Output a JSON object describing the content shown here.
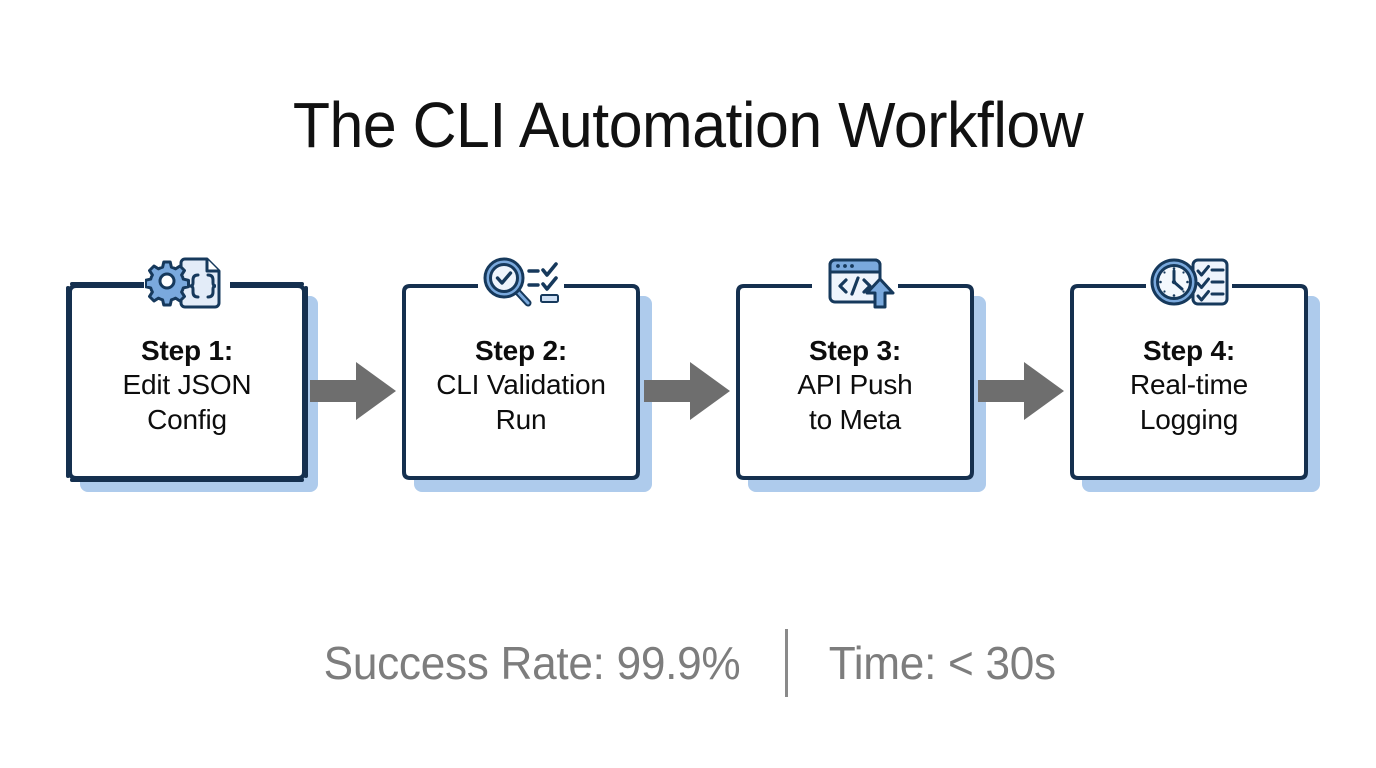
{
  "page": {
    "title": "The CLI Automation Workflow",
    "background_color": "#ffffff"
  },
  "theme": {
    "card_border": "#15304f",
    "card_shadow": "#aecbec",
    "icon_navy": "#16395c",
    "icon_blue": "#7aa9dd",
    "icon_pale": "#e3ecf8",
    "arrow_gray": "#6e6e6e",
    "footer_gray": "#7d7d7d"
  },
  "flow": {
    "steps": [
      {
        "head": "Step 1:",
        "line1": "Edit JSON",
        "line2": "Config",
        "icon": "gear-json-document-icon"
      },
      {
        "head": "Step 2:",
        "line1": "CLI Validation",
        "line2": "Run",
        "icon": "magnifier-checklist-icon"
      },
      {
        "head": "Step 3:",
        "line1": "API Push",
        "line2": "to Meta",
        "icon": "code-window-upload-icon"
      },
      {
        "head": "Step 4:",
        "line1": "Real-time",
        "line2": "Logging",
        "icon": "clock-checklist-icon"
      }
    ],
    "connectors": [
      {
        "name": "arrow-step1-to-step2",
        "icon": "arrow-right-icon"
      },
      {
        "name": "arrow-step2-to-step3",
        "icon": "arrow-right-icon"
      },
      {
        "name": "arrow-step3-to-step4",
        "icon": "arrow-right-icon"
      }
    ]
  },
  "footer": {
    "success_stat": "Success Rate: 99.9%",
    "time_stat": "Time: < 30s"
  }
}
